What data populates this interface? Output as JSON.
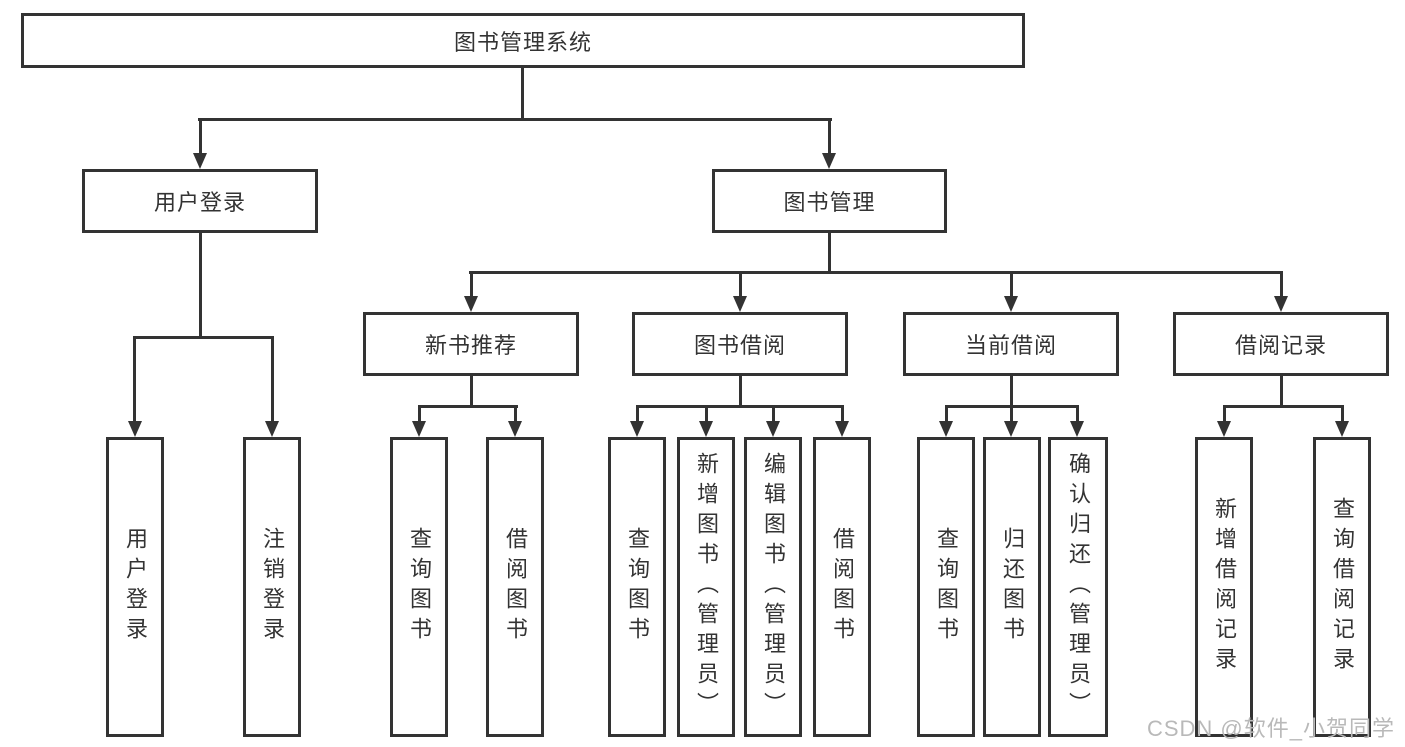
{
  "diagram_title": "图书管理系统",
  "tree": {
    "root": {
      "label": "图书管理系统"
    },
    "user_login": {
      "label": "用户登录",
      "children": [
        {
          "label": "用户登录"
        },
        {
          "label": "注销登录"
        }
      ]
    },
    "book_mgmt": {
      "label": "图书管理",
      "children": [
        {
          "label": "新书推荐",
          "children": [
            {
              "label": "查询图书"
            },
            {
              "label": "借阅图书"
            }
          ]
        },
        {
          "label": "图书借阅",
          "children": [
            {
              "label": "查询图书"
            },
            {
              "label": "新增图书（管理员）"
            },
            {
              "label": "编辑图书（管理员）"
            },
            {
              "label": "借阅图书"
            }
          ]
        },
        {
          "label": "当前借阅",
          "children": [
            {
              "label": "查询图书"
            },
            {
              "label": "归还图书"
            },
            {
              "label": "确认归还（管理员）"
            }
          ]
        },
        {
          "label": "借阅记录",
          "children": [
            {
              "label": "新增借阅记录"
            },
            {
              "label": "查询借阅记录"
            }
          ]
        }
      ]
    }
  },
  "watermark": "CSDN @软件_小贺同学",
  "colors": {
    "line": "#333333",
    "text": "#333333",
    "watermark": "#b9b9b9",
    "background": "#ffffff"
  }
}
